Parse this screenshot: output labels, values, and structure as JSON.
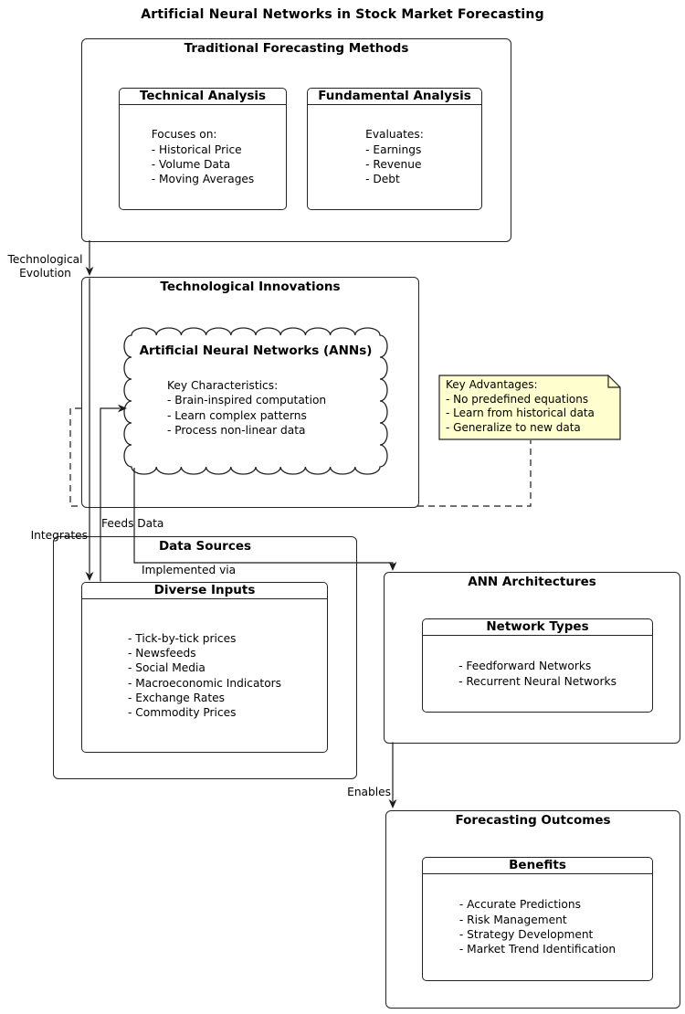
{
  "title": "Artificial Neural Networks in Stock Market Forecasting",
  "clusters": {
    "traditional": {
      "title": "Traditional Forecasting Methods"
    },
    "innovations": {
      "title": "Technological Innovations"
    },
    "data_sources": {
      "title": "Data Sources"
    },
    "ann_architectures": {
      "title": "ANN Architectures"
    },
    "outcomes": {
      "title": "Forecasting Outcomes"
    }
  },
  "nodes": {
    "technical": {
      "title": "Technical Analysis",
      "lines": [
        "Focuses on:",
        "- Historical Price",
        "- Volume Data",
        "- Moving Averages"
      ]
    },
    "fundamental": {
      "title": "Fundamental Analysis",
      "lines": [
        "Evaluates:",
        "- Earnings",
        "- Revenue",
        "- Debt"
      ]
    },
    "ann_cloud": {
      "title": "Artificial Neural Networks (ANNs)",
      "lines": [
        "Key Characteristics:",
        "- Brain-inspired computation",
        "- Learn complex patterns",
        "- Process non-linear data"
      ]
    },
    "diverse_inputs": {
      "title": "Diverse Inputs",
      "lines": [
        "- Tick-by-tick prices",
        "- Newsfeeds",
        "- Social Media",
        "- Macroeconomic Indicators",
        "- Exchange Rates",
        "- Commodity Prices"
      ]
    },
    "network_types": {
      "title": "Network Types",
      "lines": [
        "- Feedforward Networks",
        "- Recurrent Neural Networks"
      ]
    },
    "benefits": {
      "title": "Benefits",
      "lines": [
        "- Accurate Predictions",
        "- Risk Management",
        "- Strategy Development",
        "- Market Trend Identification"
      ]
    }
  },
  "note": {
    "lines": [
      "Key Advantages:",
      "- No predefined equations",
      "- Learn from historical data",
      "- Generalize to new data"
    ],
    "fill": "#fefece"
  },
  "edges": {
    "tech_evolution": {
      "label": [
        "Technological",
        "Evolution"
      ]
    },
    "integrates": {
      "label": "Integrates"
    },
    "feeds_data": {
      "label": "Feeds Data"
    },
    "implemented_via": {
      "label": "Implemented via"
    },
    "enables": {
      "label": "Enables"
    }
  },
  "colors": {
    "line": "#1c1c1c",
    "note_fill": "#fefece",
    "border": "#232323"
  }
}
